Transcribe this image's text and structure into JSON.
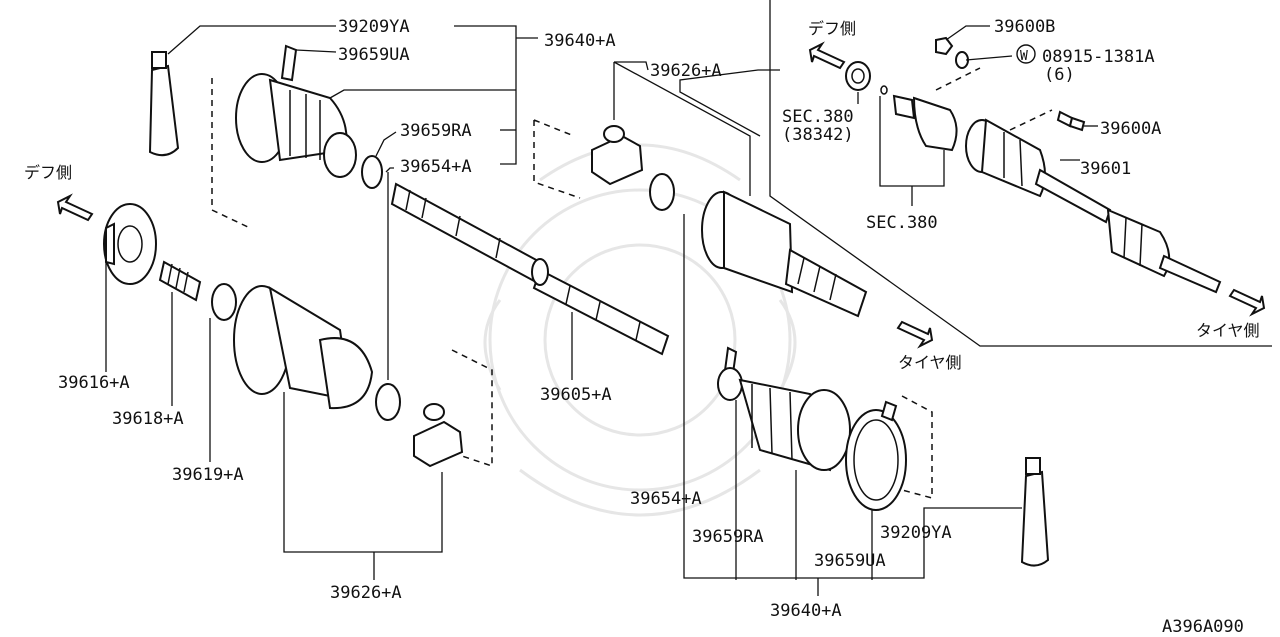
{
  "diagram_code": "A396A090",
  "direction_labels": {
    "diff_side": "デフ側",
    "tire_side": "タイヤ側"
  },
  "parts": {
    "p39209YA_top": "39209YA",
    "p39659UA_top": "39659UA",
    "p39640A_top": "39640+A",
    "p39659RA_top": "39659RA",
    "p39654A_top": "39654+A",
    "p39626A_top": "39626+A",
    "p39616A": "39616+A",
    "p39618A": "39618+A",
    "p39619A": "39619+A",
    "p39605A": "39605+A",
    "p39626A_bottom": "39626+A",
    "p39654A_bottom": "39654+A",
    "p39659RA_bottom": "39659RA",
    "p39209YA_bottom": "39209YA",
    "p39659UA_bottom": "39659UA",
    "p39640A_bottom": "39640+A",
    "p39600B": "39600B",
    "p08915": "08915-1381A",
    "p08915_qty": "(6)",
    "p08915_badge": "W",
    "sec380_a": "SEC.380",
    "sec380_a_sub": "(38342)",
    "sec380_b": "SEC.380",
    "p39600A": "39600A",
    "p39601": "39601"
  }
}
